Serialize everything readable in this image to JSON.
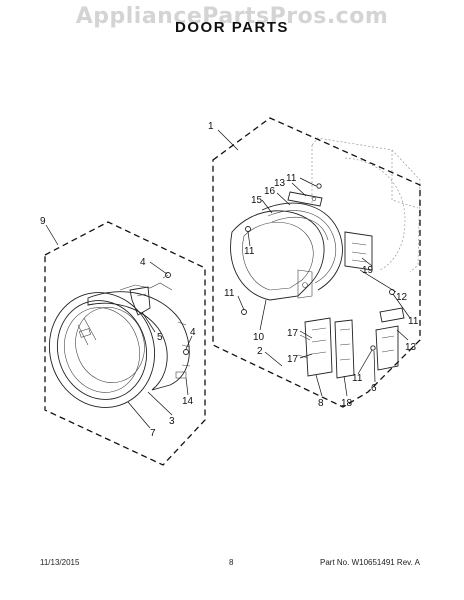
{
  "watermark": "AppliancePartsPros.com",
  "title": "DOOR PARTS",
  "footer": {
    "date": "11/13/2015",
    "page": "8",
    "part": "Part No. W10651491  Rev. A"
  },
  "callouts": [
    {
      "id": "c1",
      "label": "1"
    },
    {
      "id": "c2",
      "label": "2"
    },
    {
      "id": "c3",
      "label": "3"
    },
    {
      "id": "c4a",
      "label": "4"
    },
    {
      "id": "c4b",
      "label": "4"
    },
    {
      "id": "c5",
      "label": "5"
    },
    {
      "id": "c6",
      "label": "6"
    },
    {
      "id": "c7",
      "label": "7"
    },
    {
      "id": "c8",
      "label": "8"
    },
    {
      "id": "c9",
      "label": "9"
    },
    {
      "id": "c10",
      "label": "10"
    },
    {
      "id": "c11a",
      "label": "11"
    },
    {
      "id": "c11b",
      "label": "11"
    },
    {
      "id": "c11c",
      "label": "11"
    },
    {
      "id": "c11d",
      "label": "11"
    },
    {
      "id": "c11e",
      "label": "11"
    },
    {
      "id": "c12",
      "label": "12"
    },
    {
      "id": "c13a",
      "label": "13"
    },
    {
      "id": "c13b",
      "label": "13"
    },
    {
      "id": "c14",
      "label": "14"
    },
    {
      "id": "c15",
      "label": "15"
    },
    {
      "id": "c16",
      "label": "16"
    },
    {
      "id": "c17a",
      "label": "17"
    },
    {
      "id": "c17b",
      "label": "17"
    },
    {
      "id": "c18",
      "label": "18"
    },
    {
      "id": "c19",
      "label": "19"
    }
  ]
}
